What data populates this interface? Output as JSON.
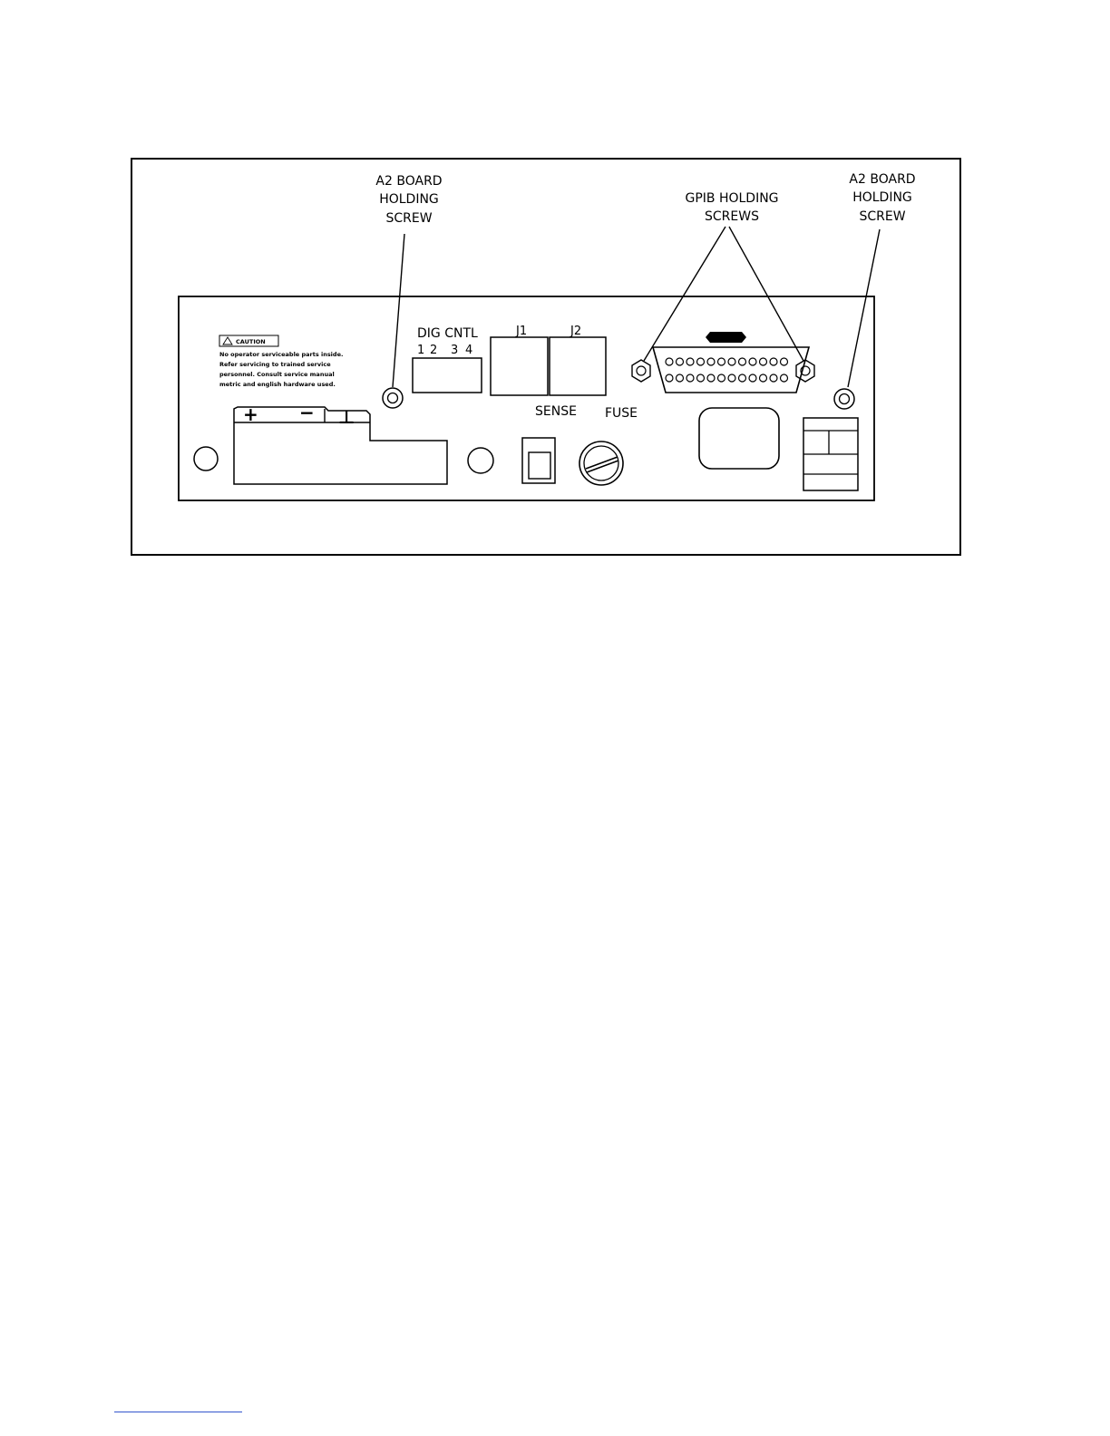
{
  "labels": {
    "a2_left": [
      "A2 BOARD",
      "HOLDING",
      "SCREW"
    ],
    "a2_right": [
      "A2 BOARD",
      "HOLDING",
      "SCREW"
    ],
    "gpib": [
      "GPIB  HOLDING",
      "SCREWS"
    ],
    "dig_cntl": "DIG CNTL",
    "dig_pins": [
      "1",
      "2",
      "3",
      "4"
    ],
    "j1": "J1",
    "j2": "J2",
    "sense": "SENSE",
    "fuse": "FUSE",
    "terminal_plus": "+",
    "terminal_minus": "−",
    "terminal_ground": "⊥"
  },
  "caution": {
    "title": "CAUTION",
    "lines": [
      "No operator serviceable parts inside.",
      "Refer servicing to trained service",
      "personnel. Consult service manual",
      "metric and english hardware used."
    ]
  }
}
